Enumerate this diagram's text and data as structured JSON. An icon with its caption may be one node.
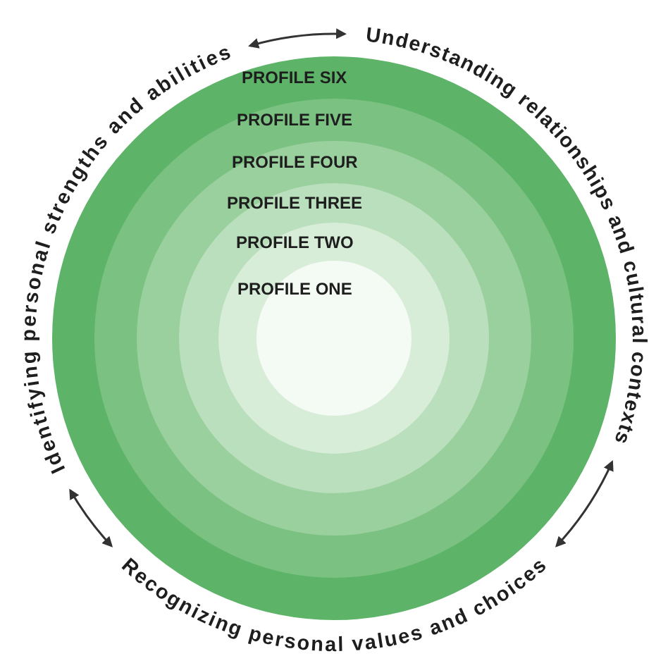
{
  "diagram": {
    "nodes": [
      {
        "text": [
          "PROFILE SIX"
        ]
      },
      {
        "text": [
          "PROFILE FIVE"
        ],
        "in": 0
      },
      {
        "text": [
          "PROFILE FOUR"
        ],
        "in": 1
      },
      {
        "text": [
          "PROFILE THREE"
        ],
        "in": 2
      },
      {
        "text": [
          "PROFILE TWO"
        ],
        "in": 3
      },
      {
        "text": [
          "PROFILE ONE"
        ],
        "in": 4
      },
      {
        "text": [
          "Identifying personal strengths and abilities"
        ]
      },
      {
        "text": [
          "Understanding relationships and cultural contexts"
        ]
      },
      {
        "text": [
          "Recognizing personal values and choices"
        ]
      }
    ],
    "edges": [
      {
        "from": 6,
        "to": 7,
        "arrow": "both"
      },
      {
        "from": 7,
        "to": 8,
        "arrow": "both"
      },
      {
        "from": 8,
        "to": 6,
        "arrow": "both"
      }
    ]
  }
}
